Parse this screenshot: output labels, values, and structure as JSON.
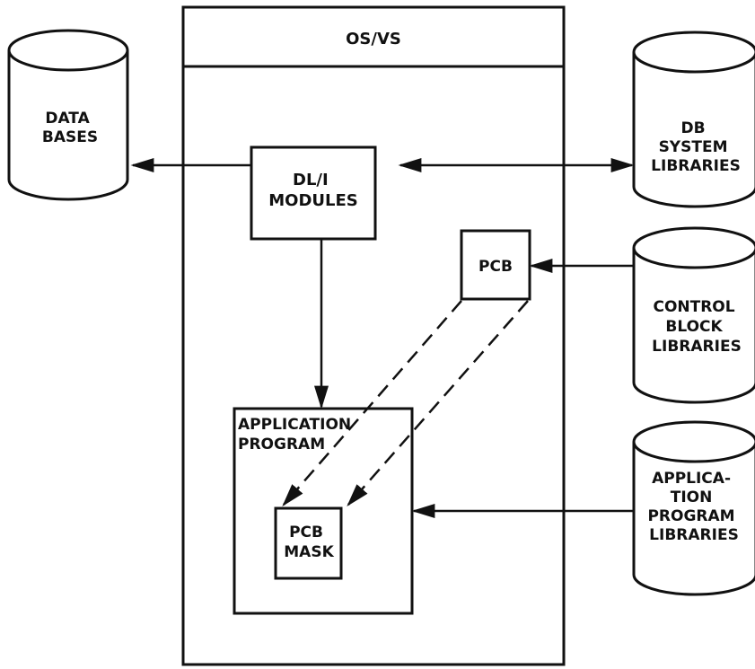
{
  "os_box": {
    "title": "OS/VS"
  },
  "dli_modules": {
    "lines": [
      "DL/I",
      "MODULES"
    ]
  },
  "pcb": {
    "label": "PCB"
  },
  "application_program": {
    "lines": [
      "APPLICATION",
      "PROGRAM"
    ]
  },
  "pcb_mask": {
    "lines": [
      "PCB",
      "MASK"
    ]
  },
  "data_bases": {
    "lines": [
      "DATA",
      "BASES"
    ]
  },
  "db_system_libraries": {
    "lines": [
      "DB",
      "SYSTEM",
      "LIBRARIES"
    ]
  },
  "control_block_libraries": {
    "lines": [
      "CONTROL",
      "BLOCK",
      "LIBRARIES"
    ]
  },
  "application_program_libraries": {
    "lines": [
      "APPLICA-",
      "TION",
      "PROGRAM",
      "LIBRARIES"
    ]
  }
}
